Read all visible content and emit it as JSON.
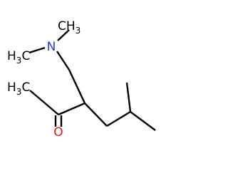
{
  "molecule": {
    "atoms": {
      "n": {
        "element": "N",
        "color": "#3333ee"
      },
      "o": {
        "element": "O",
        "color": "#ee1111"
      },
      "methyl_ch3": {
        "text": "H",
        "subscript": "3",
        "element": "C",
        "color": "#000000"
      },
      "n_methyl_top": {
        "text": "CH",
        "subscript": "3",
        "color": "#000000"
      },
      "n_methyl_left": {
        "text": "H",
        "subscript": "3",
        "element": "C",
        "color": "#000000"
      }
    }
  }
}
